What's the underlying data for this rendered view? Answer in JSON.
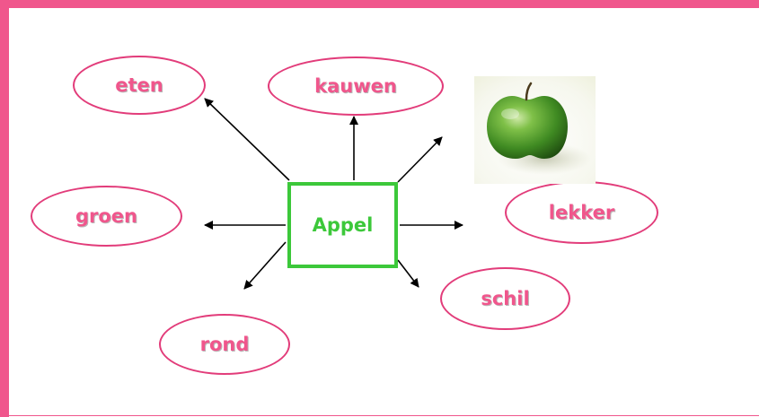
{
  "center": {
    "label": "Appel",
    "color": "#3cc83a"
  },
  "nodes": [
    {
      "id": "eten",
      "label": "eten"
    },
    {
      "id": "kauwen",
      "label": "kauwen"
    },
    {
      "id": "groen",
      "label": "groen"
    },
    {
      "id": "lekker",
      "label": "lekker"
    },
    {
      "id": "schil",
      "label": "schil"
    },
    {
      "id": "rond",
      "label": "rond"
    }
  ],
  "image": {
    "subject": "green-apple-photo"
  },
  "colors": {
    "accent": "#f0568c",
    "oval_border": "#e23c7a",
    "center": "#3cc83a",
    "arrow": "#000000"
  }
}
